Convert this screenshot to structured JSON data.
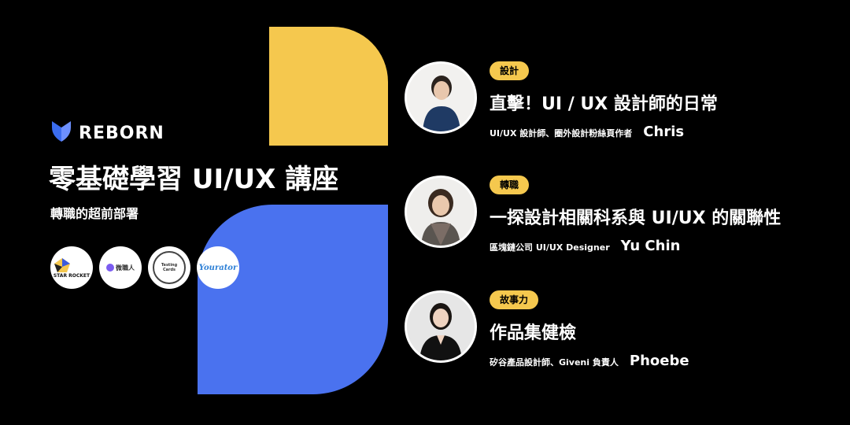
{
  "brand": {
    "name": "REBORN"
  },
  "event": {
    "title": "零基礎學習 UI/UX 講座",
    "subtitle": "轉職的超前部署"
  },
  "partners": [
    {
      "name": "star-rocket",
      "label": "STAR ROCKET"
    },
    {
      "name": "weizhiren",
      "label": "微職人"
    },
    {
      "name": "testing-cards",
      "label": "Testing Cards"
    },
    {
      "name": "yourator",
      "label": "Yourator"
    }
  ],
  "speakers": [
    {
      "tag": "設計",
      "title": "直擊！UI / UX 設計師的日常",
      "role": "UI/UX 設計師、圈外設計粉絲頁作者",
      "name": "Chris"
    },
    {
      "tag": "轉職",
      "title": "一探設計相關科系與 UI/UX 的關聯性",
      "role": "區塊鏈公司 UI/UX Designer",
      "name": "Yu Chin"
    },
    {
      "tag": "故事力",
      "title": "作品集健檢",
      "role": "矽谷產品設計師、Giveni 負責人",
      "name": "Phoebe"
    }
  ],
  "colors": {
    "accent_yellow": "#f5c84e",
    "accent_blue": "#4a72ef",
    "background": "#000000"
  }
}
